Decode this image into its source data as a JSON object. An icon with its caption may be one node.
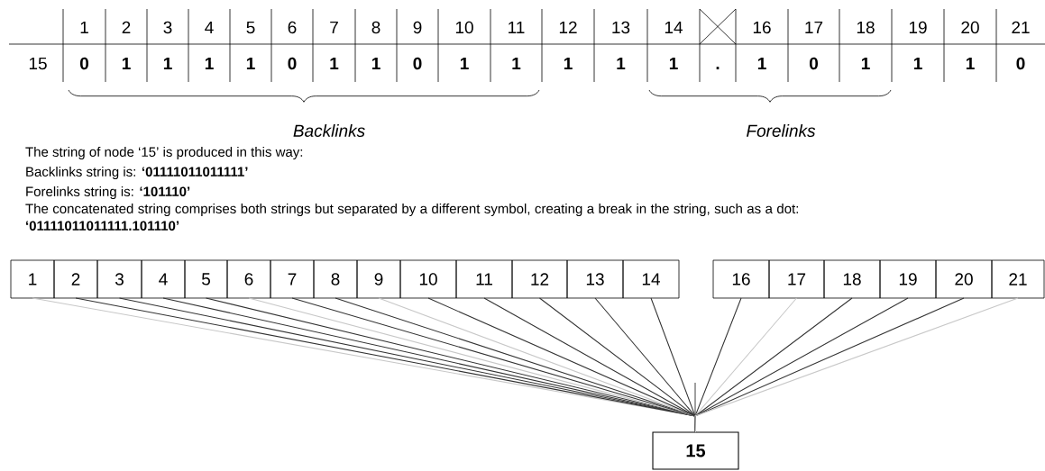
{
  "diagram": {
    "nodes": [
      {
        "text": [
          "1"
        ]
      },
      {
        "text": [
          "2"
        ]
      },
      {
        "text": [
          "3"
        ]
      },
      {
        "text": [
          "4"
        ]
      },
      {
        "text": [
          "5"
        ]
      },
      {
        "text": [
          "6"
        ]
      },
      {
        "text": [
          "7"
        ]
      },
      {
        "text": [
          "8"
        ]
      },
      {
        "text": [
          "9"
        ]
      },
      {
        "text": [
          "10"
        ]
      },
      {
        "text": [
          "11"
        ]
      },
      {
        "text": [
          "12"
        ]
      },
      {
        "text": [
          "13"
        ]
      },
      {
        "text": [
          "14"
        ]
      },
      {
        "text": [
          "16"
        ]
      },
      {
        "text": [
          "17"
        ]
      },
      {
        "text": [
          "18"
        ]
      },
      {
        "text": [
          "19"
        ]
      },
      {
        "text": [
          "20"
        ]
      },
      {
        "text": [
          "21"
        ]
      },
      {
        "text": [
          "15"
        ]
      }
    ],
    "edges": [
      {
        "from": 0,
        "to": 20,
        "arrow": "none",
        "color": "#c8c8c8"
      },
      {
        "from": 1,
        "to": 20,
        "arrow": "none"
      },
      {
        "from": 2,
        "to": 20,
        "arrow": "none"
      },
      {
        "from": 3,
        "to": 20,
        "arrow": "none"
      },
      {
        "from": 4,
        "to": 20,
        "arrow": "none"
      },
      {
        "from": 5,
        "to": 20,
        "arrow": "none",
        "color": "#c8c8c8"
      },
      {
        "from": 6,
        "to": 20,
        "arrow": "none"
      },
      {
        "from": 7,
        "to": 20,
        "arrow": "none"
      },
      {
        "from": 8,
        "to": 20,
        "arrow": "none",
        "color": "#c8c8c8"
      },
      {
        "from": 9,
        "to": 20,
        "arrow": "none"
      },
      {
        "from": 10,
        "to": 20,
        "arrow": "none"
      },
      {
        "from": 11,
        "to": 20,
        "arrow": "none"
      },
      {
        "from": 12,
        "to": 20,
        "arrow": "none"
      },
      {
        "from": 13,
        "to": 20,
        "arrow": "none"
      },
      {
        "from": 14,
        "to": 20,
        "arrow": "none"
      },
      {
        "from": 15,
        "to": 20,
        "arrow": "none",
        "color": "#c8c8c8"
      },
      {
        "from": 16,
        "to": 20,
        "arrow": "none"
      },
      {
        "from": 17,
        "to": 20,
        "arrow": "none"
      },
      {
        "from": 18,
        "to": 20,
        "arrow": "none"
      },
      {
        "from": 19,
        "to": 20,
        "arrow": "none",
        "color": "#c8c8c8"
      }
    ],
    "labels": [
      "1",
      "2",
      "3",
      "4",
      "5",
      "6",
      "7",
      "8",
      "9",
      "10",
      "11",
      "12",
      "13",
      "14",
      "16",
      "17",
      "18",
      "19",
      "20",
      "21",
      "15",
      "0",
      "1",
      "1",
      "1",
      "1",
      "0",
      "1",
      "1",
      "0",
      "1",
      "1",
      "1",
      "1",
      "1",
      ".",
      "1",
      "0",
      "1",
      "1",
      "1",
      "0",
      "Backlinks",
      "Forelinks",
      "The string of node ‘15’ is produced in this way:",
      "Backlinks string is: **‘01111011011111’**",
      "Forelinks string is: **‘101110’**",
      "The concatenated string comprises both strings but separated by a different symbol, creating a break in the string, such as a dot: **‘01111011011111.101110’**"
    ]
  }
}
